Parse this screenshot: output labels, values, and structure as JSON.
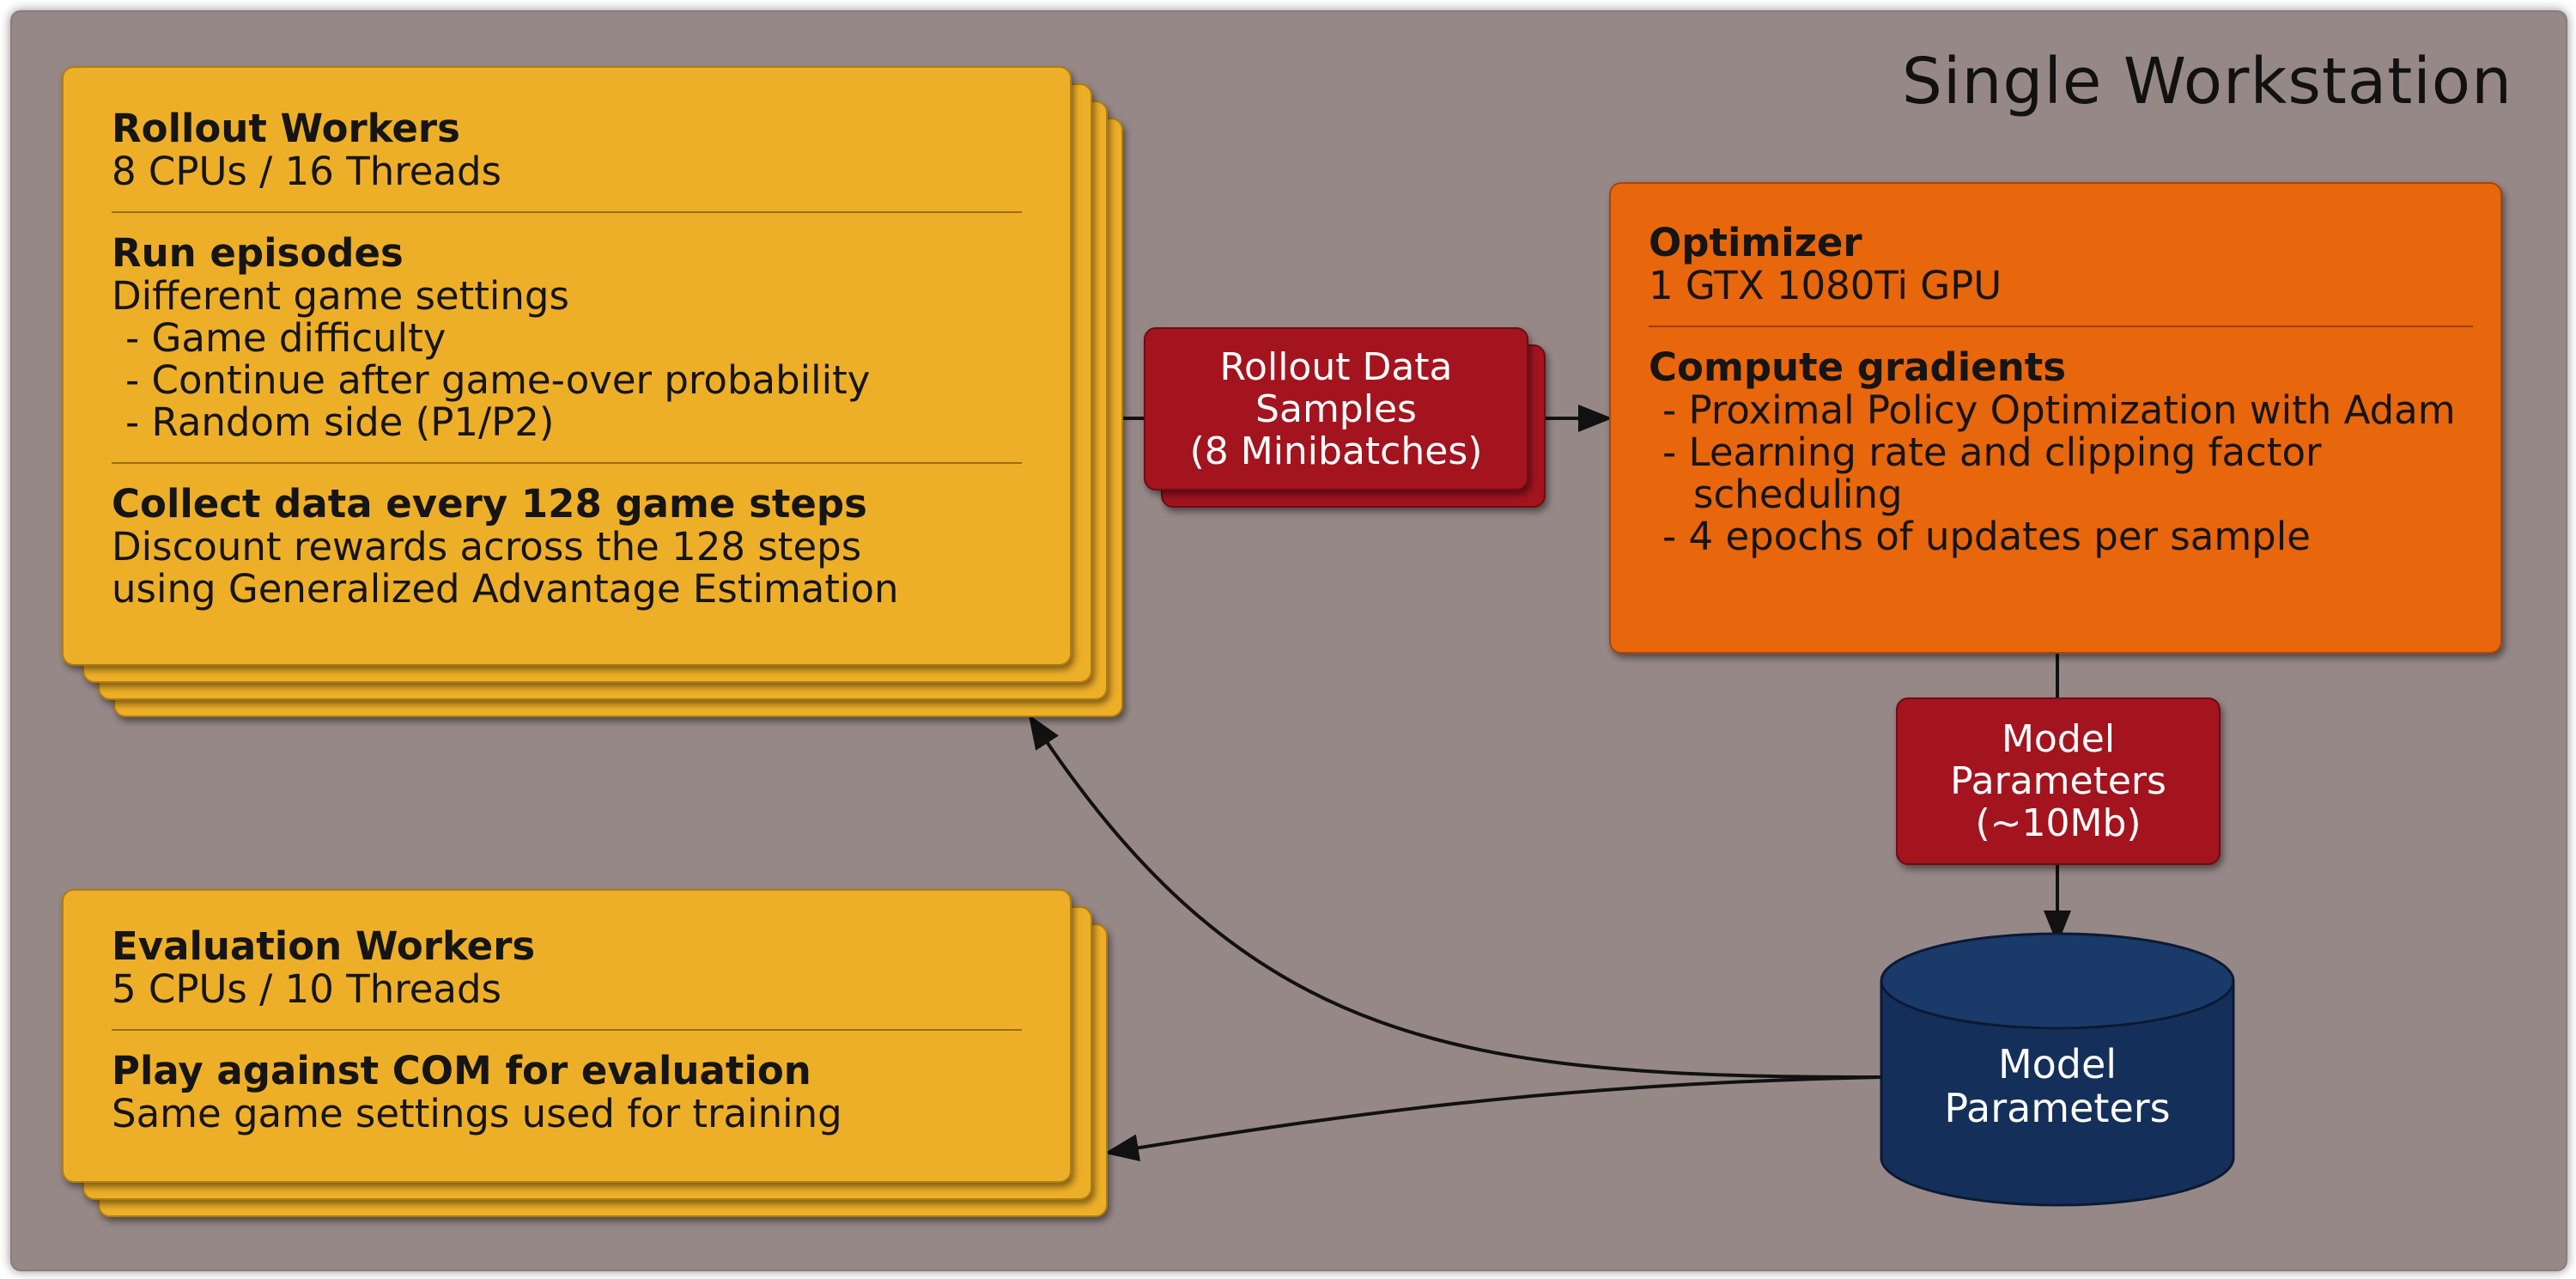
{
  "title": "Single Workstation",
  "rollout": {
    "heading": "Rollout Workers",
    "subheading": "8 CPUs / 16 Threads",
    "section1_heading": "Run episodes",
    "section1_lines": [
      "Different game settings"
    ],
    "section1_bullets": [
      "- Game difficulty",
      "- Continue after game-over probability",
      "- Random side (P1/P2)"
    ],
    "section2_heading": "Collect data every 128 game steps",
    "section2_lines": [
      "Discount rewards across the 128 steps",
      "using Generalized Advantage Estimation"
    ]
  },
  "optimizer": {
    "heading": "Optimizer",
    "subheading": "1 GTX 1080Ti GPU",
    "section_heading": "Compute gradients",
    "bullets": [
      "- Proximal Policy Optimization with Adam",
      "- Learning rate and clipping factor scheduling",
      "- 4 epochs of updates per sample"
    ]
  },
  "rollout_data": {
    "lines": [
      "Rollout Data",
      "Samples",
      "(8 Minibatches)"
    ]
  },
  "model_params_msg": {
    "lines": [
      "Model",
      "Parameters",
      "(~10Mb)"
    ]
  },
  "model_params_db": {
    "lines": [
      "Model",
      "Parameters"
    ]
  },
  "evaluation": {
    "heading": "Evaluation Workers",
    "subheading": "5 CPUs /  10 Threads",
    "section_heading": "Play against COM for evaluation",
    "section_lines": [
      "Same game settings used for training"
    ]
  },
  "colors": {
    "frame": "#978888",
    "worker": "#eeaf28",
    "optimizer": "#e8660c",
    "message": "#a3141f",
    "database": "#14305a"
  }
}
